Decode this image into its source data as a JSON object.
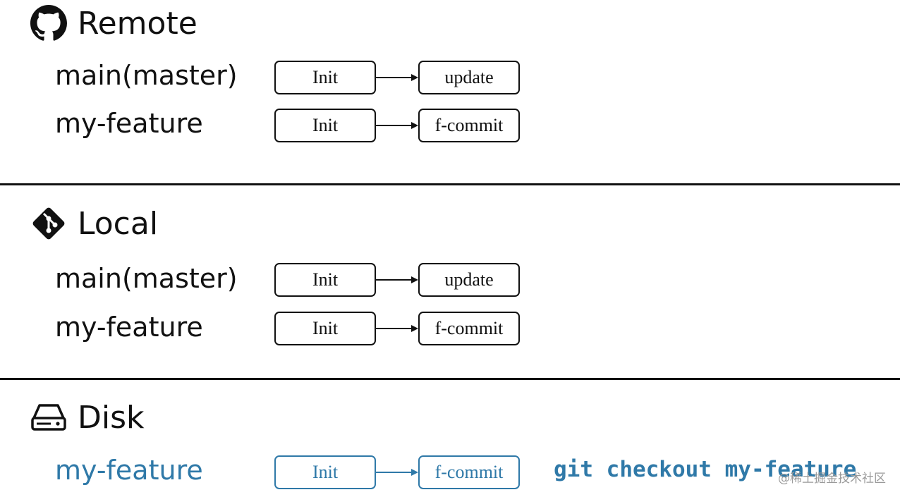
{
  "sections": {
    "remote": {
      "title": "Remote",
      "icon": "github-icon",
      "rows": [
        {
          "branch": "main(master)",
          "commits": [
            "Init",
            "update"
          ]
        },
        {
          "branch": "my-feature",
          "commits": [
            "Init",
            "f-commit"
          ]
        }
      ]
    },
    "local": {
      "title": "Local",
      "icon": "git-icon",
      "rows": [
        {
          "branch": "main(master)",
          "commits": [
            "Init",
            "update"
          ]
        },
        {
          "branch": "my-feature",
          "commits": [
            "Init",
            "f-commit"
          ]
        }
      ]
    },
    "disk": {
      "title": "Disk",
      "icon": "hard-drive-icon",
      "rows": [
        {
          "branch": "my-feature",
          "commits": [
            "Init",
            "f-commit"
          ]
        }
      ]
    }
  },
  "command": "git checkout my-feature",
  "watermark": "@稀土掘金技术社区",
  "colors": {
    "text": "#111111",
    "accent": "#2f79a8"
  }
}
